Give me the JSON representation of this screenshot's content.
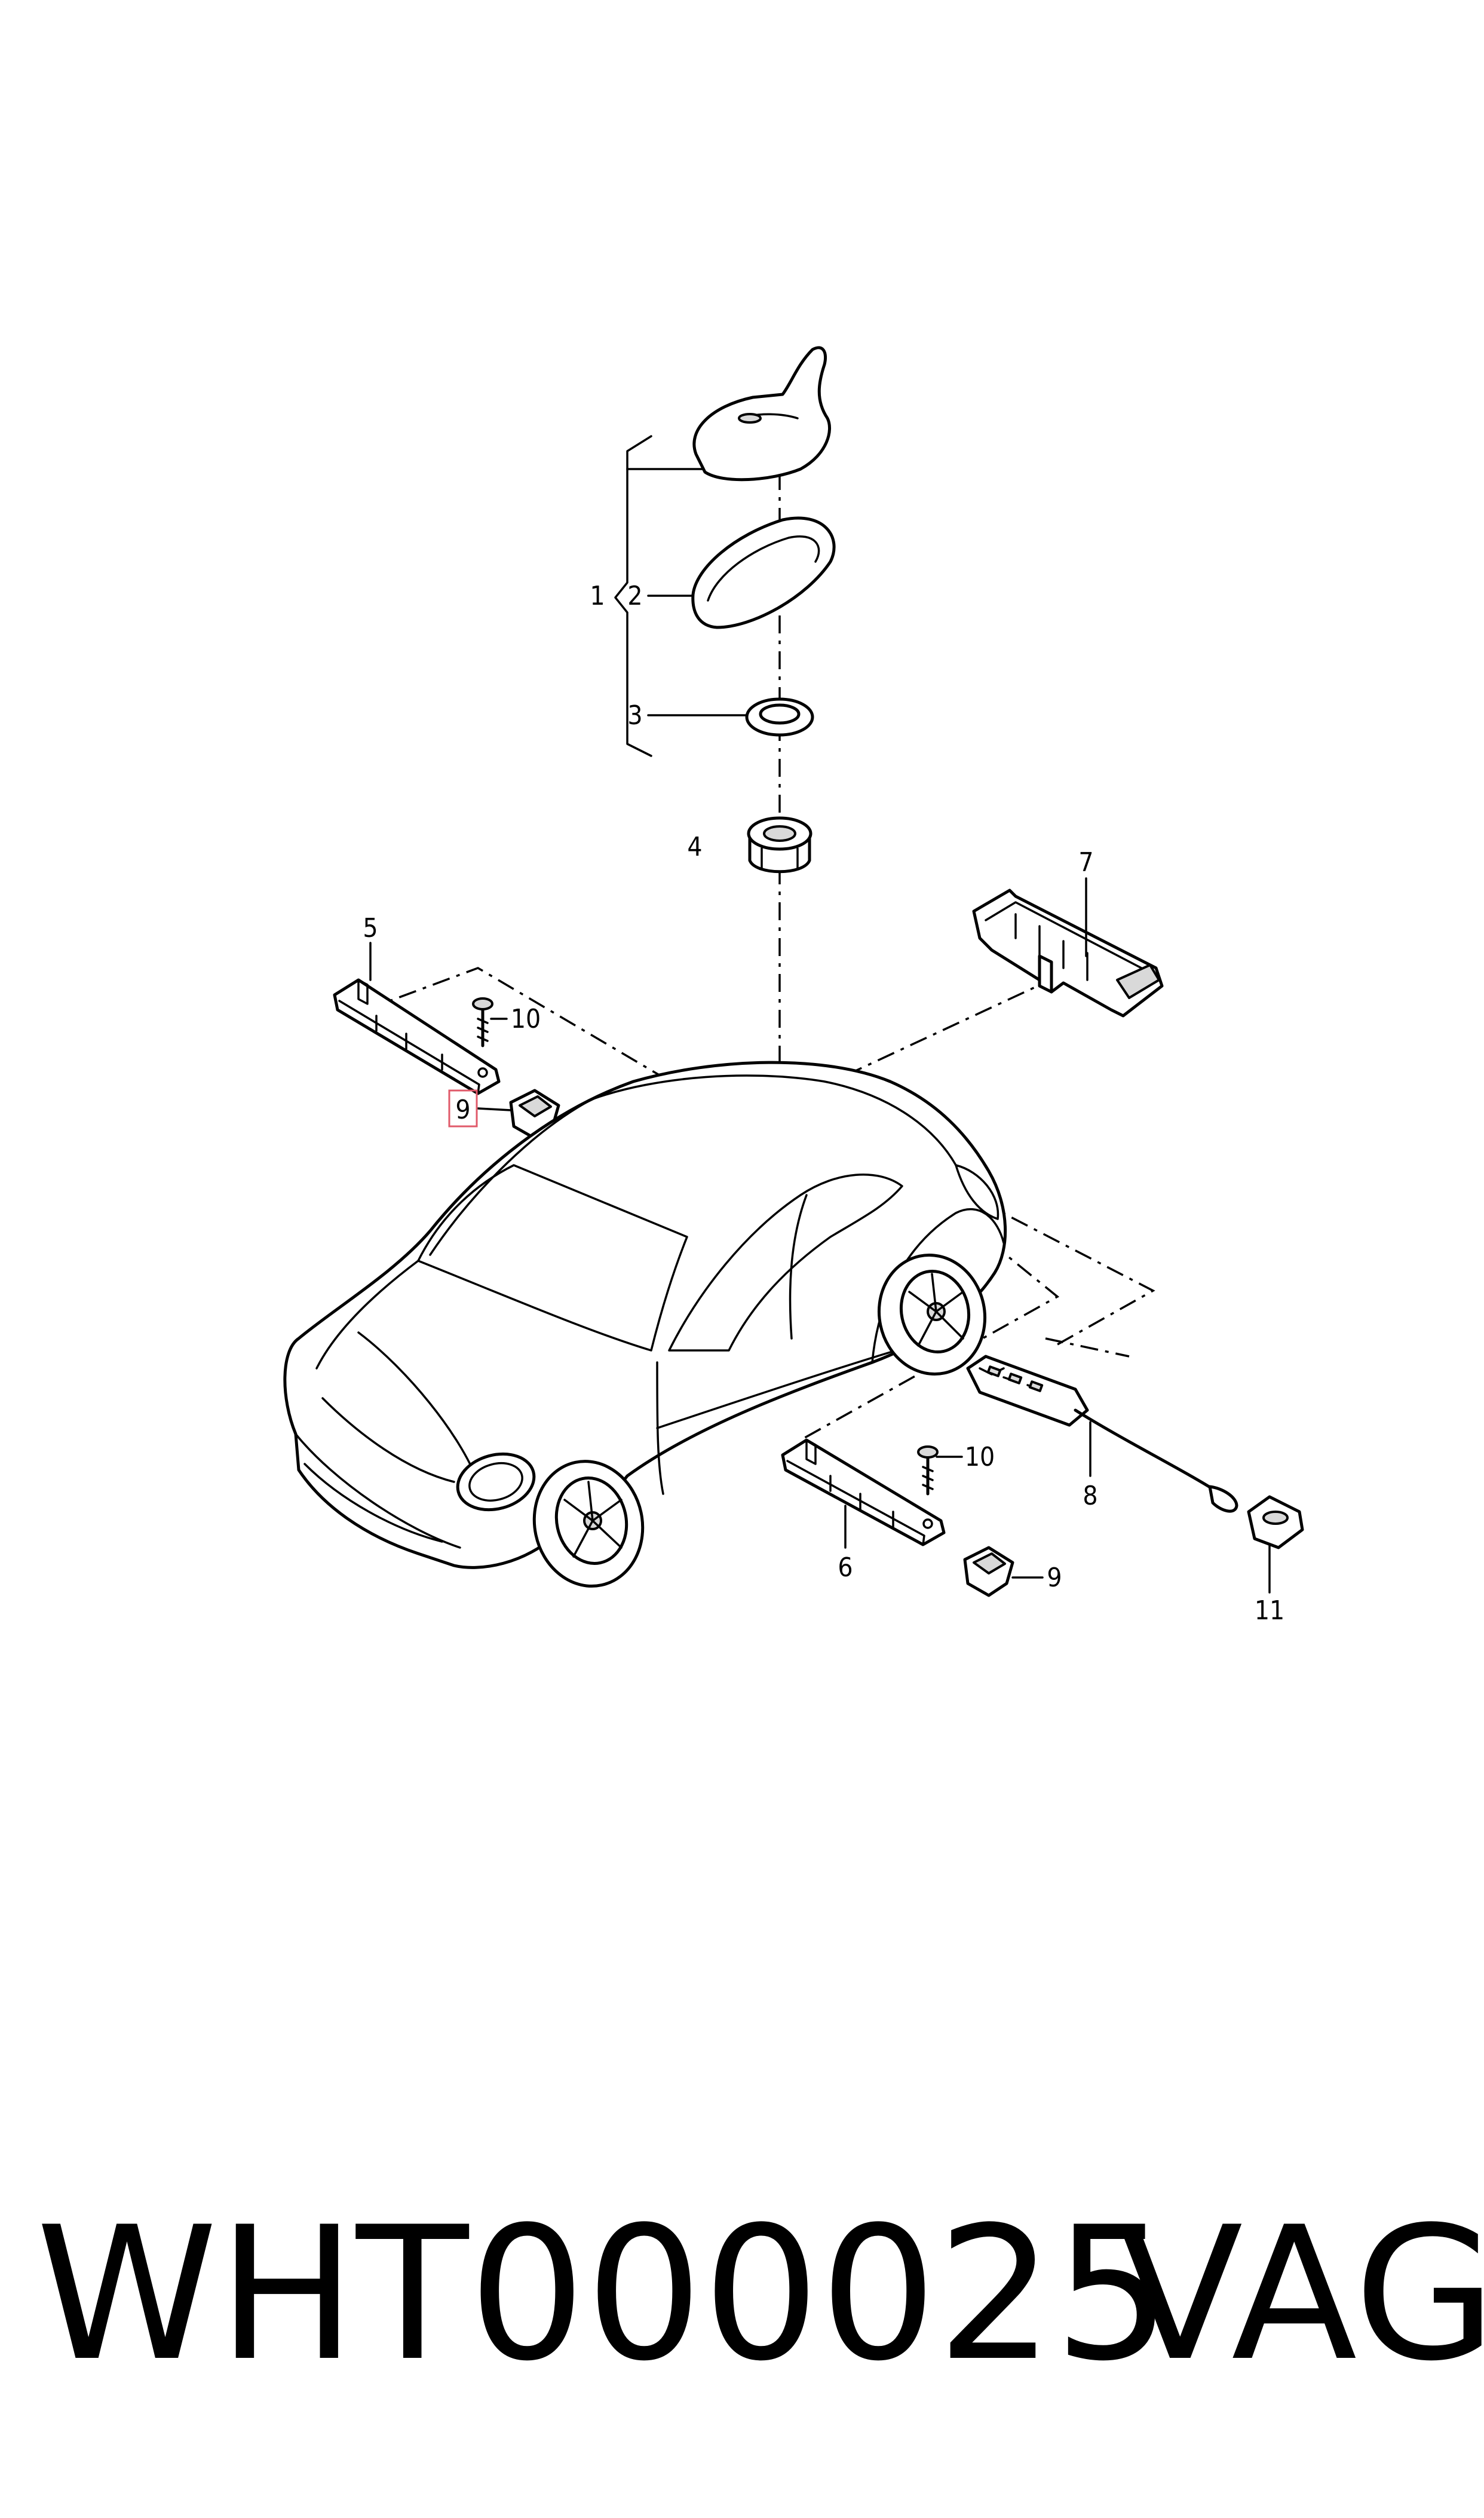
{
  "callouts": [
    {
      "id": "c1",
      "label": "1"
    },
    {
      "id": "c2",
      "label": "2"
    },
    {
      "id": "c3",
      "label": "3"
    },
    {
      "id": "c4",
      "label": "4"
    },
    {
      "id": "c5",
      "label": "5"
    },
    {
      "id": "c6",
      "label": "6"
    },
    {
      "id": "c7",
      "label": "7"
    },
    {
      "id": "c8",
      "label": "8"
    },
    {
      "id": "c9a",
      "label": "9"
    },
    {
      "id": "c9b",
      "label": "9"
    },
    {
      "id": "c10a",
      "label": "10"
    },
    {
      "id": "c10b",
      "label": "10"
    },
    {
      "id": "c11",
      "label": "11"
    }
  ],
  "highlight": {
    "color": "#e05a6a"
  },
  "caption": {
    "part_number": "WHT000025",
    "brand": "VAG"
  }
}
